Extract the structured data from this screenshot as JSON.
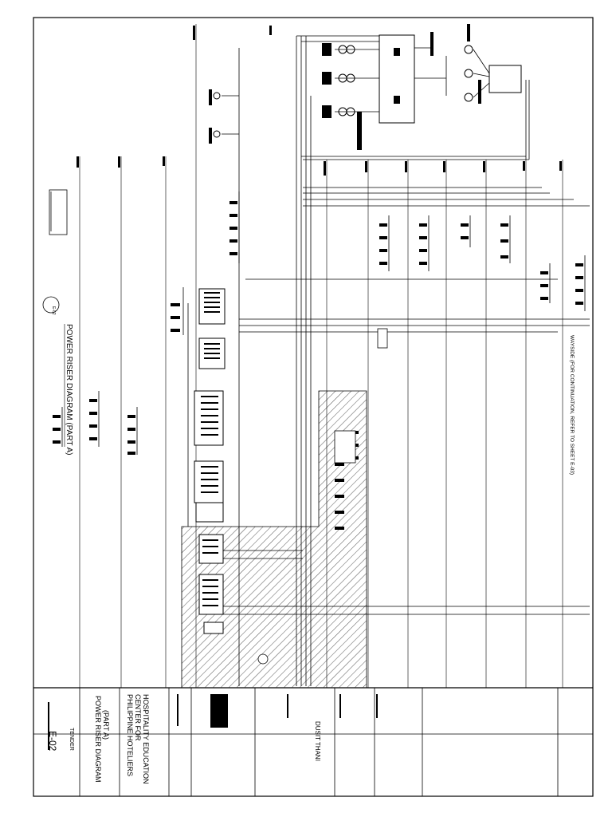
{
  "drawing": {
    "title_main": "POWER RISER DIAGRAM (PART A)",
    "title_tag": "E-02",
    "note_continuation": "WAYSIDE (FOR CONTINUATION, REFER TO SHEET E-03)"
  },
  "title_block": {
    "project_lines": [
      "PHILIPPINE HOTELIERS",
      "CENTER FOR",
      "HOSPITALITY EDUCATION"
    ],
    "sheet_title_lines": [
      "POWER RISER DIAGRAM",
      "(PART A)"
    ],
    "sheet_number": "E-02",
    "status": "TENDER",
    "client": "DUSIT THANI"
  },
  "colors": {
    "ink": "#000000",
    "paper": "#ffffff",
    "hatch": "#555555"
  }
}
